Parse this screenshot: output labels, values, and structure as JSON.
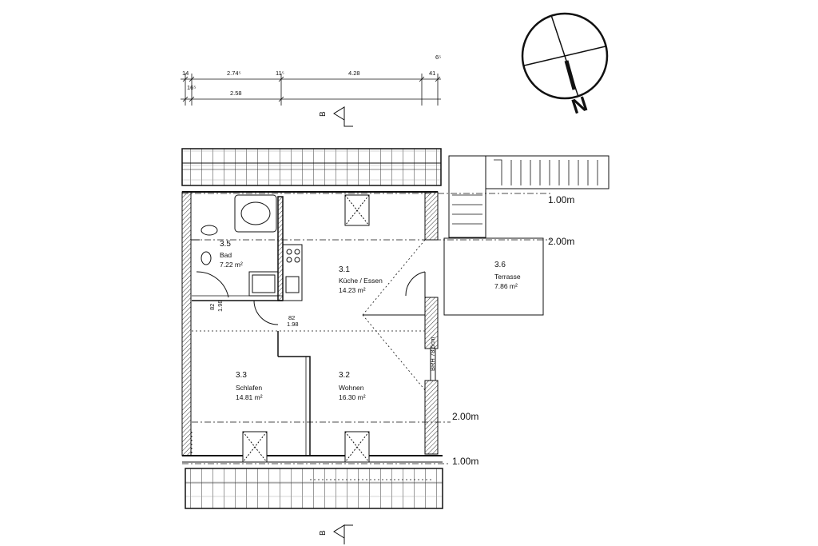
{
  "dimensions": {
    "top_row": [
      "14",
      "2.74⁵",
      "11⁵",
      "4.28",
      "6⁵",
      "41"
    ],
    "bottom_row": [
      "16⁵",
      "2.58"
    ]
  },
  "section_marker": "B",
  "compass_label": "N",
  "rooms": [
    {
      "id": "3.5",
      "name": "Bad",
      "area": "7.22 m²"
    },
    {
      "id": "3.1",
      "name": "Küche / Essen",
      "area": "14.23 m²"
    },
    {
      "id": "3.6",
      "name": "Terrasse",
      "area": "7.86 m²"
    },
    {
      "id": "3.3",
      "name": "Schlafen",
      "area": "14.81 m²"
    },
    {
      "id": "3.2",
      "name": "Wohnen",
      "area": "16.30 m²"
    }
  ],
  "height_lines": {
    "upper_1m": "1.00m",
    "upper_2m": "2.00m",
    "lower_2m": "2.00m",
    "lower_1m": "1.00m"
  },
  "door_dims": {
    "bath_w": "82",
    "bath_h": "1.98",
    "hall_w": "82",
    "hall_h": "1.98"
  },
  "window_note": "BRH 78.5cm"
}
